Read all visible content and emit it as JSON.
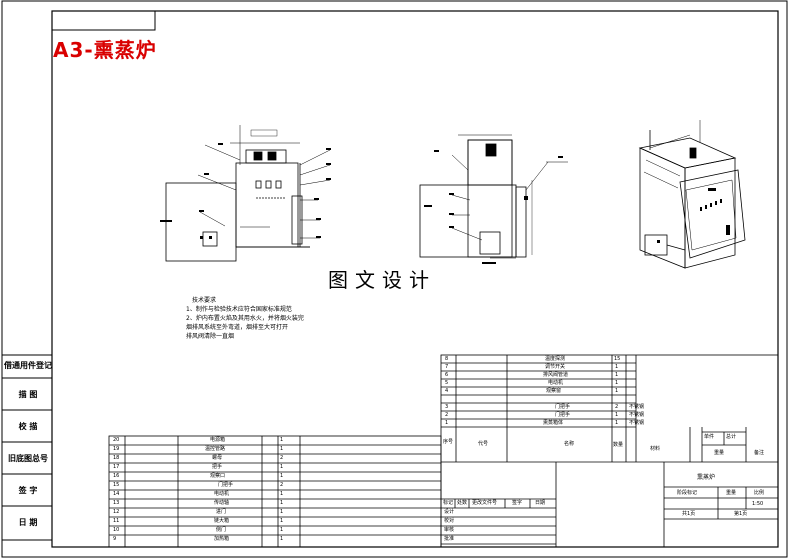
{
  "drawing_title": "A3-熏蒸炉",
  "watermark": "图文设计",
  "notes": {
    "heading": "技术要求",
    "lines": [
      "1、制作与检验技术应符合国家标准规范",
      "2、炉内布置火焰及其用水火，并将烟火装完",
      "烟排风系统至外弯道，烟排至大可打开",
      "排风阀清除一直烟"
    ]
  },
  "side_labels": [
    "借通用件登记",
    "描 图",
    "校 描",
    "旧底图总号",
    "签 字",
    "日 期"
  ],
  "bom_left": [
    {
      "no": "20",
      "name": "电源箱",
      "qty": "1"
    },
    {
      "no": "19",
      "name": "温控管路",
      "qty": "1"
    },
    {
      "no": "18",
      "name": "螺母",
      "qty": "2"
    },
    {
      "no": "17",
      "name": "把手",
      "qty": "1"
    },
    {
      "no": "16",
      "name": "观察口",
      "qty": "1"
    },
    {
      "no": "15",
      "name": "门把手",
      "qty": "2"
    },
    {
      "no": "14",
      "name": "电动机",
      "qty": "1"
    },
    {
      "no": "13",
      "name": "传动轴",
      "qty": "1"
    },
    {
      "no": "12",
      "name": "进门",
      "qty": "1"
    },
    {
      "no": "11",
      "name": "链大箱",
      "qty": "1"
    },
    {
      "no": "10",
      "name": "侧门",
      "qty": "1"
    },
    {
      "no": "9",
      "name": "加热箱",
      "qty": "1"
    }
  ],
  "bom_right": [
    {
      "no": "8",
      "name": "温度探测",
      "qty": "15",
      "material": ""
    },
    {
      "no": "7",
      "name": "调节开关",
      "qty": "1",
      "material": ""
    },
    {
      "no": "6",
      "name": "排风阀管道",
      "qty": "1",
      "material": ""
    },
    {
      "no": "5",
      "name": "电动机",
      "qty": "1",
      "material": ""
    },
    {
      "no": "4",
      "name": "观察窗",
      "qty": "1",
      "material": ""
    },
    {
      "no": "3",
      "name": "门把手",
      "qty": "2",
      "material": "不锈钢"
    },
    {
      "no": "2",
      "name": "门把手",
      "qty": "1",
      "material": "不锈钢"
    },
    {
      "no": "1",
      "name": "熏蒸箱体",
      "qty": "1",
      "material": "不锈钢"
    }
  ],
  "bom_header": {
    "seq": "序号",
    "code": "代号",
    "name": "名称",
    "qty": "数量",
    "material": "材料",
    "unit_weight": "单件",
    "total_weight": "总计",
    "weight": "重量",
    "remark": "备注"
  },
  "title_block": {
    "part_name": "熏蒸炉",
    "stage_label": "阶段标记",
    "weight_label": "重量",
    "scale_label": "比例",
    "scale_value": "1:50",
    "sheets_total": "共1页",
    "sheet_no": "第1页",
    "rev_headers": [
      "标记",
      "处数",
      "更改文件号",
      "签字",
      "日期"
    ],
    "roles": [
      "设计",
      "校对",
      "审核",
      "批准"
    ]
  }
}
